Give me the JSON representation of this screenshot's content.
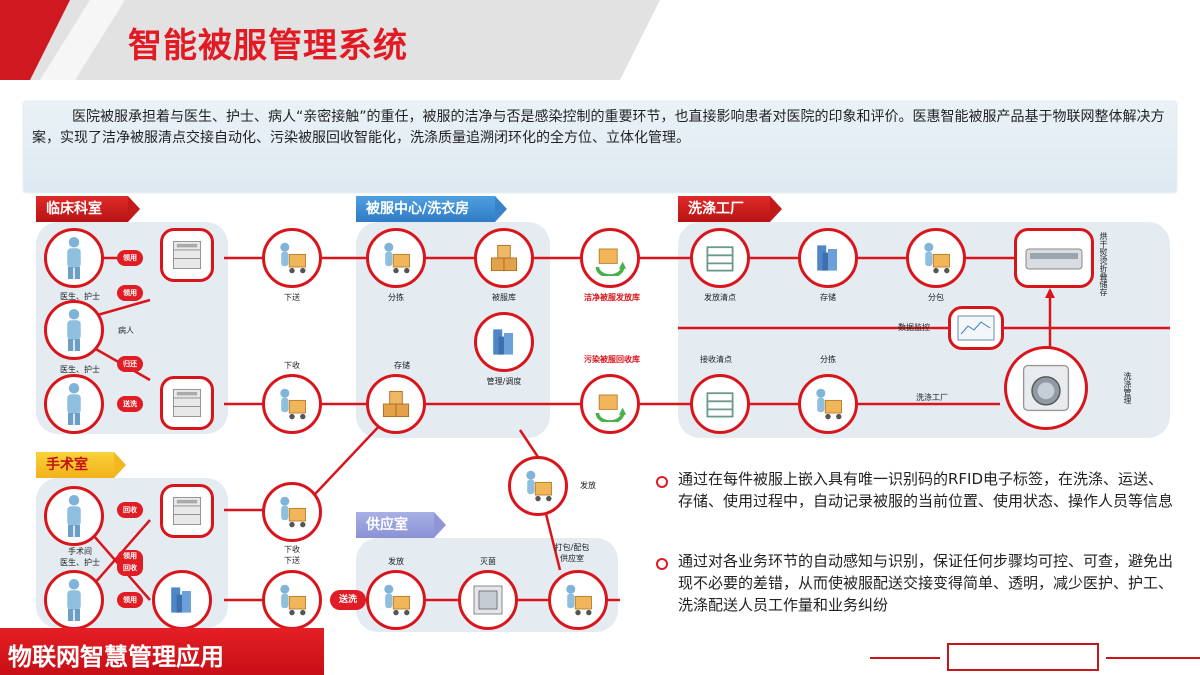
{
  "header": {
    "title": "智能被服管理系统"
  },
  "intro": {
    "text": "医院被服承担着与医生、护士、病人“亲密接触”的重任，被服的洁净与否是感染控制的重要环节，也直接影响患者对医院的印象和评价。医惠智能被服产品基于物联网整体解决方案，实现了洁净被服清点交接自动化、污染被服回收智能化，洗涤质量追溯闭环化的全方位、立体化管理。"
  },
  "sections": {
    "clinical": "临床科室",
    "linen_center": "被服中心/洗衣房",
    "laundry": "洗涤工厂",
    "surgery": "手术室",
    "supply": "供应室"
  },
  "labels": {
    "doctor_nurse_1": "医生、护士",
    "patient": "病人",
    "doctor_nurse_2": "医生、护士",
    "use_1": "领用",
    "use_2": "领用",
    "return": "归还",
    "deliver_dirty": "送洗",
    "send_down": "下送",
    "collect_down": "下收",
    "sort_1": "分拣",
    "linen_store": "被服库",
    "storage_1": "存储",
    "manage": "管理/调度",
    "clean_linen_store": "洁净被服发放库",
    "dirty_linen_store": "污染被服回收库",
    "issue_count": "发放清点",
    "storage_2": "存储",
    "pack": "分包",
    "dry_fold": "烘干熨烫折叠储存",
    "data_monitor": "数据监控",
    "receive_count": "接收清点",
    "sort_2": "分拣",
    "laundry_factory": "洗涤工厂",
    "wash_manage": "洗涤管理",
    "surgery_staff": "手术间\n医生、护士",
    "recover": "回收",
    "use_recover": "领用\n回收",
    "use_3": "领用",
    "collect_send": "下收\n下送",
    "deliver_wash": "送洗",
    "issue_1": "发放",
    "sterilize": "灭菌",
    "pack_supply": "打包/配包\n供应室",
    "issue_2": "发放"
  },
  "bullets": [
    "通过在每件被服上嵌入具有唯一识别码的RFID电子标签，在洗涤、运送、存储、使用过程中，自动记录被服的当前位置、使用状态、操作人员等信息",
    "通过对各业务环节的自动感知与识别，保证任何步骤均可控、可查，避免出现不必要的差错，从而使被服配送交接变得简单、透明，减少医护、护工、洗涤配送人员工作量和业务纠纷"
  ],
  "footer": {
    "text": "物联网智慧管理应用"
  },
  "colors": {
    "accent": "#e21a23",
    "panel": "#e4ecf2",
    "clinical_tag": "#d11a1a",
    "center_tag": "#3c8bd2",
    "surgery_tag": "#f6c22a",
    "supply_tag": "#9aa1de"
  },
  "icons": [
    "person-icon",
    "cabinet-icon",
    "cart-icon",
    "boxes-icon",
    "pallet-icon",
    "shelf-icon",
    "server-icon",
    "ironer-icon",
    "monitor-icon",
    "washer-icon",
    "sterilizer-icon",
    "worker-icon",
    "linen-pile-icon"
  ]
}
